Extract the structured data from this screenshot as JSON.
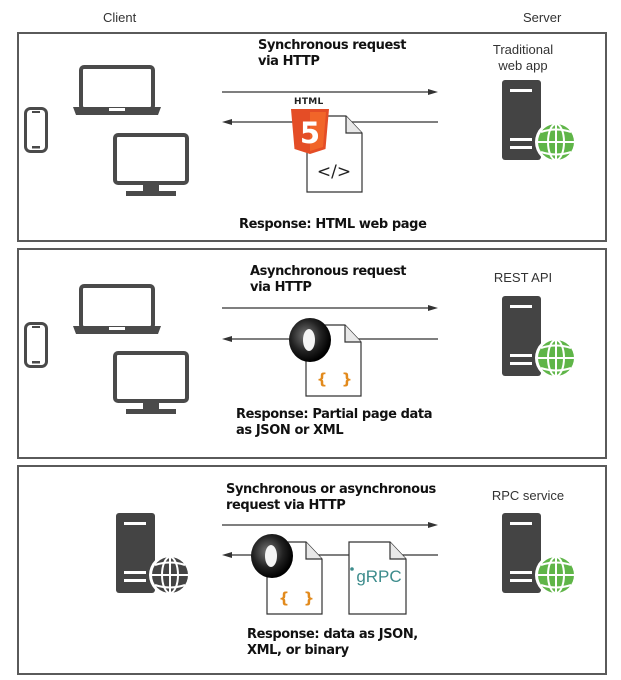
{
  "header": {
    "client_label": "Client",
    "server_label": "Server"
  },
  "colors": {
    "device_gray": "#4a4a4a",
    "globe_green": "#5fb548",
    "html5_orange": "#e44d26",
    "html5_orange_light": "#f16529",
    "panel_border": "#5a5a5a",
    "json_brace": "#e28a1c",
    "grpc_teal": "#3d8c8c"
  },
  "panels": [
    {
      "id": "traditional",
      "request_line1": "Synchronous request",
      "request_line2": "via HTTP",
      "response_line1": "Response: HTML web page",
      "response_line2": "",
      "server_line1": "Traditional",
      "server_line2": "web app",
      "client_icons": [
        "phone-icon",
        "laptop-icon",
        "monitor-icon"
      ],
      "payload_icons": [
        "html5-icon",
        "document-icon"
      ],
      "html5_badge": "HTML",
      "html5_digit": "5",
      "doc_glyph": "</>"
    },
    {
      "id": "rest",
      "request_line1": "Asynchronous request",
      "request_line2": "via HTTP",
      "response_line1": "Response: Partial page data",
      "response_line2": "as JSON or XML",
      "server_line1": "REST API",
      "server_line2": "",
      "client_icons": [
        "phone-icon",
        "laptop-icon",
        "monitor-icon"
      ],
      "payload_icons": [
        "json-icon",
        "document-icon"
      ],
      "doc_glyph_left": "{",
      "doc_glyph_right": "}"
    },
    {
      "id": "rpc",
      "request_line1": "Synchronous or asynchronous",
      "request_line2": "request via HTTP",
      "response_line1": "Response: data as JSON,",
      "response_line2": "XML, or binary",
      "server_line1": "RPC service",
      "server_line2": "",
      "client_icons": [
        "server-globe-icon"
      ],
      "payload_icons": [
        "json-icon",
        "document-icon",
        "grpc-document-icon"
      ],
      "doc_glyph_left": "{",
      "doc_glyph_right": "}",
      "grpc_text": "gRPC"
    }
  ]
}
